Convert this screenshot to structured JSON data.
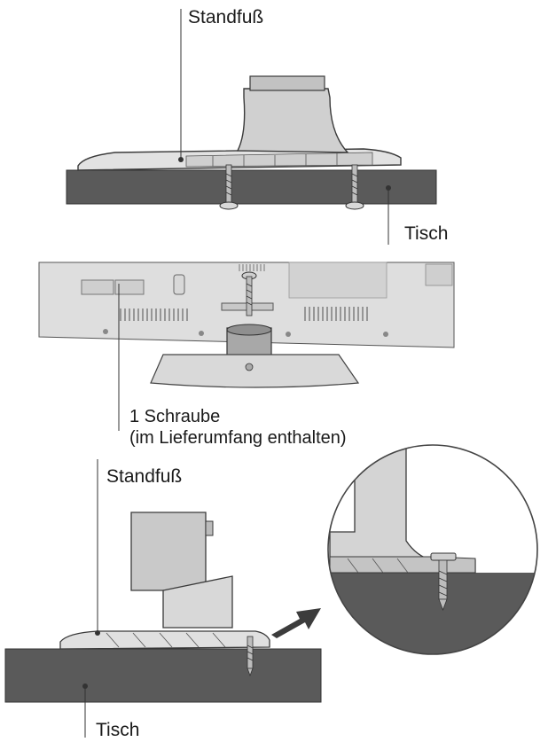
{
  "labels": {
    "stand_top": "Standfuß",
    "table_top": "Tisch",
    "screw_line1": "1 Schraube",
    "screw_line2": "(im Lieferumfang enthalten)",
    "stand_bottom": "Standfuß",
    "table_bottom": "Tisch"
  },
  "colors": {
    "table": "#5a5a5a",
    "table_dark": "#4a4a4a",
    "plastic_light": "#e4e4e4",
    "plastic_mid": "#c8c8c8",
    "plastic_dark": "#9a9a9a",
    "outline": "#3a3a3a",
    "arrow": "#3c3c3c"
  }
}
